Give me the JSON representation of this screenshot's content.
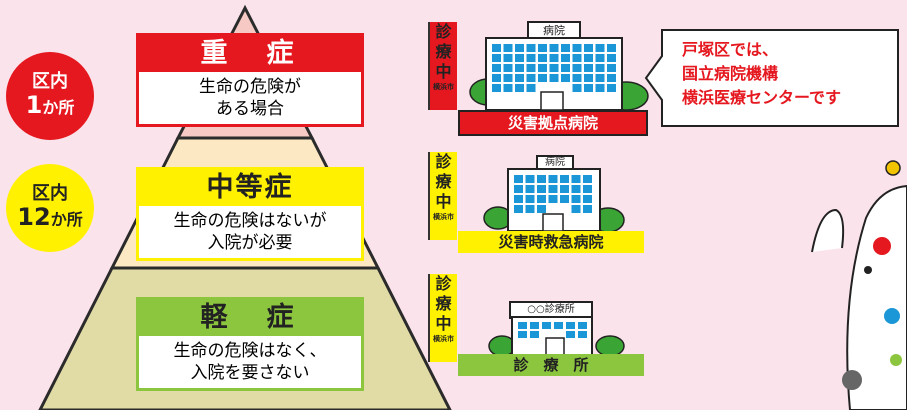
{
  "tiers": [
    {
      "circle_line1": "区内",
      "circle_line2_num": "1",
      "circle_line2_suffix": "か所",
      "title": "重　症",
      "desc_line1": "生命の危険が",
      "desc_line2": "ある場合",
      "facility_label": "災害拠点病院",
      "sign": "病院",
      "banner_chars": [
        "診",
        "療",
        "中"
      ],
      "banner_small": "横浜市"
    },
    {
      "circle_line1": "区内",
      "circle_line2_num": "12",
      "circle_line2_suffix": "か所",
      "title": "中等症",
      "desc_line1": "生命の危険はないが",
      "desc_line2": "入院が必要",
      "facility_label": "災害時救急病院",
      "sign": "病院",
      "banner_chars": [
        "診",
        "療",
        "中"
      ],
      "banner_small": "横浜市"
    },
    {
      "title": "軽　症",
      "desc_line1": "生命の危険はなく、",
      "desc_line2": "入院を要さない",
      "facility_label": "診　療　所",
      "sign": "○○診療所",
      "banner_chars": [
        "診",
        "療",
        "中"
      ],
      "banner_small": "横浜市"
    }
  ],
  "callout": {
    "line1": "戸塚区では、",
    "line2": "国立病院機構",
    "line3": "横浜医療センターです"
  },
  "colors": {
    "red": "#e5171f",
    "yellow": "#fff100",
    "green": "#8cc63f",
    "pink_bg": "#fbe3ec"
  }
}
